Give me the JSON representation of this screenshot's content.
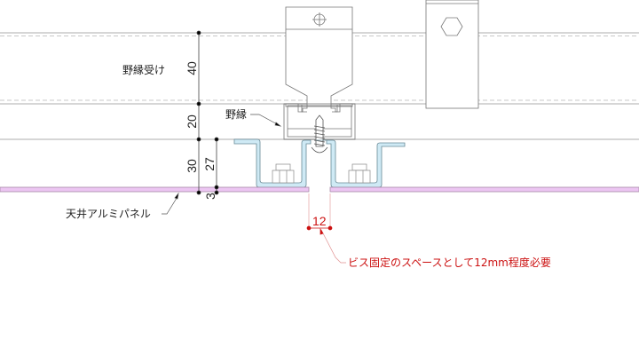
{
  "labels": {
    "furring_receiver": "野縁受け",
    "furring": "野縁",
    "ceiling_panel": "天井アルミパネル",
    "note": "ビス固定のスペースとして12mm程度必要"
  },
  "dimensions": {
    "d40": "40",
    "d20": "20",
    "d30": "30",
    "d27": "27",
    "d3": "3",
    "gap": "12"
  },
  "colors": {
    "panel_fill": "#ecc6f2",
    "channel_fill": "#cfeaf5",
    "annotation_red": "#cc1111",
    "line_gray": "#888888"
  }
}
